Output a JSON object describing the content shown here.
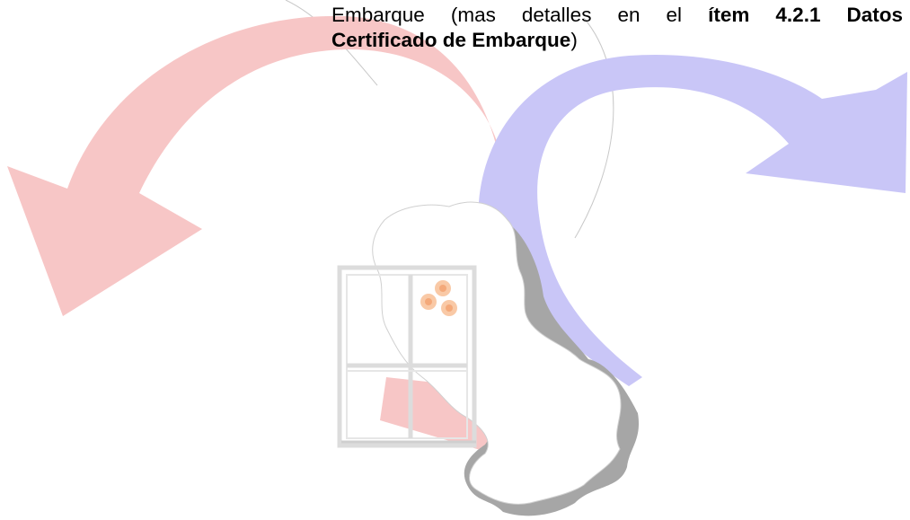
{
  "document": {
    "line1": {
      "plain": "Embarque (mas detalles en el ",
      "bold": "ítem  4.2.1  Datos"
    },
    "line2": {
      "bold": "Certificado de Embarque",
      "plain": ")"
    }
  },
  "illustration": {
    "description_icons": [
      "red-arrow-icon",
      "blue-arrow-icon",
      "map-silhouette-icon",
      "window-icon"
    ],
    "colors": {
      "red_arrow": "#f7c6c6",
      "blue_arrow": "#c9c6f7",
      "map_shadow": "#a6a6a6",
      "window_frame": "#dcdcdc",
      "flowers": "#f9c9a6",
      "outline": "#c8c8c8"
    }
  }
}
